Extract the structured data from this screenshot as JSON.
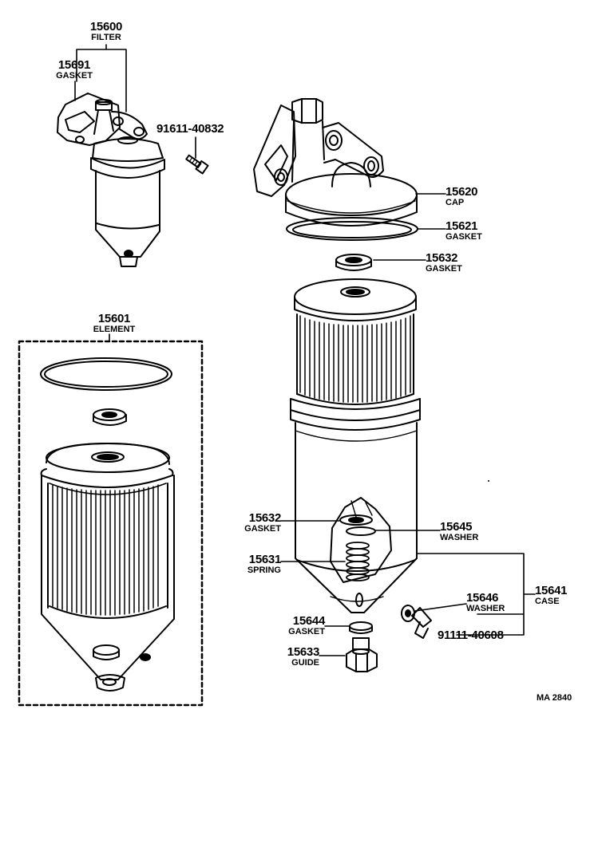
{
  "parts": {
    "filter": {
      "number": "15600",
      "name": "FILTER"
    },
    "gasket_top": {
      "number": "15691",
      "name": "GASKET"
    },
    "bolt_top": {
      "number": "91611-40832"
    },
    "element": {
      "number": "15601",
      "name": "ELEMENT"
    },
    "cap": {
      "number": "15620",
      "name": "CAP"
    },
    "cap_gasket": {
      "number": "15621",
      "name": "GASKET"
    },
    "gasket_15632_right": {
      "number": "15632",
      "name": "GASKET"
    },
    "gasket_15632_left": {
      "number": "15632",
      "name": "GASKET"
    },
    "washer_15645": {
      "number": "15645",
      "name": "WASHER"
    },
    "spring": {
      "number": "15631",
      "name": "SPRING"
    },
    "case": {
      "number": "15641",
      "name": "CASE"
    },
    "washer_15646": {
      "number": "15646",
      "name": "WASHER"
    },
    "gasket_15644": {
      "number": "15644",
      "name": "GASKET"
    },
    "bolt_bottom": {
      "number": "91111-40608"
    },
    "guide": {
      "number": "15633",
      "name": "GUIDE"
    }
  },
  "drawing_code": "MA 2840"
}
